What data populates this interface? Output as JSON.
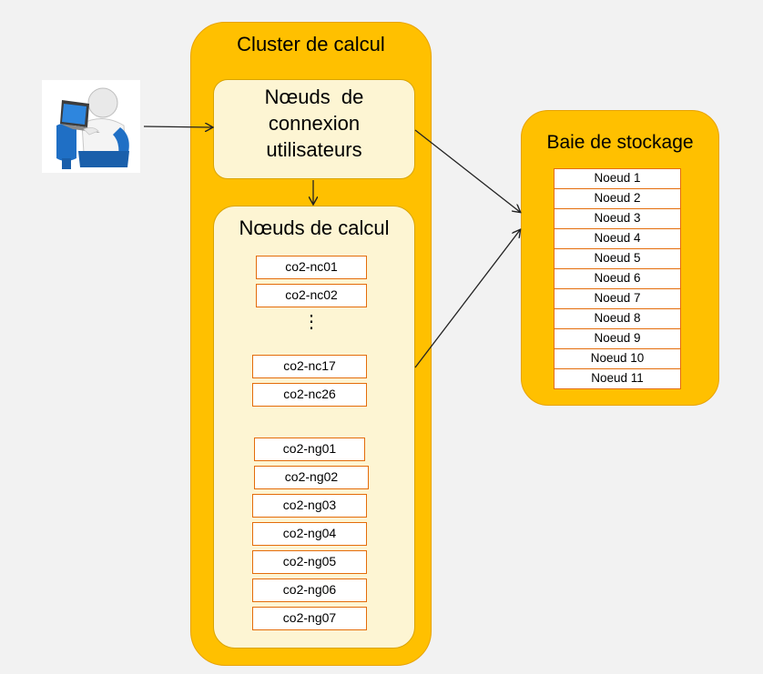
{
  "cluster": {
    "title": "Cluster de calcul",
    "login": {
      "title_lines": [
        "Nœuds  de",
        "connexion",
        "utilisateurs"
      ]
    },
    "compute": {
      "title": "Nœuds de calcul",
      "cpu_nodes": [
        "co2-nc01",
        "co2-nc02",
        "co2-nc17",
        "co2-nc26"
      ],
      "gpu_nodes": [
        "co2-ng01",
        "co2-ng02",
        "co2-ng03",
        "co2-ng04",
        "co2-ng05",
        "co2-ng06",
        "co2-ng07"
      ]
    }
  },
  "storage": {
    "title": "Baie de stockage",
    "nodes": [
      "Noeud 1",
      "Noeud 2",
      "Noeud 3",
      "Noeud 4",
      "Noeud 5",
      "Noeud 6",
      "Noeud 7",
      "Noeud 8",
      "Noeud 9",
      "Noeud 10",
      "Noeud 11"
    ]
  },
  "colors": {
    "cluster_fill": "#ffc000",
    "inner_fill": "#fdf5d3",
    "node_border": "#e46c0a",
    "user_blue": "#1f6fc5"
  },
  "icons": {
    "user": "user-at-laptop-icon"
  }
}
